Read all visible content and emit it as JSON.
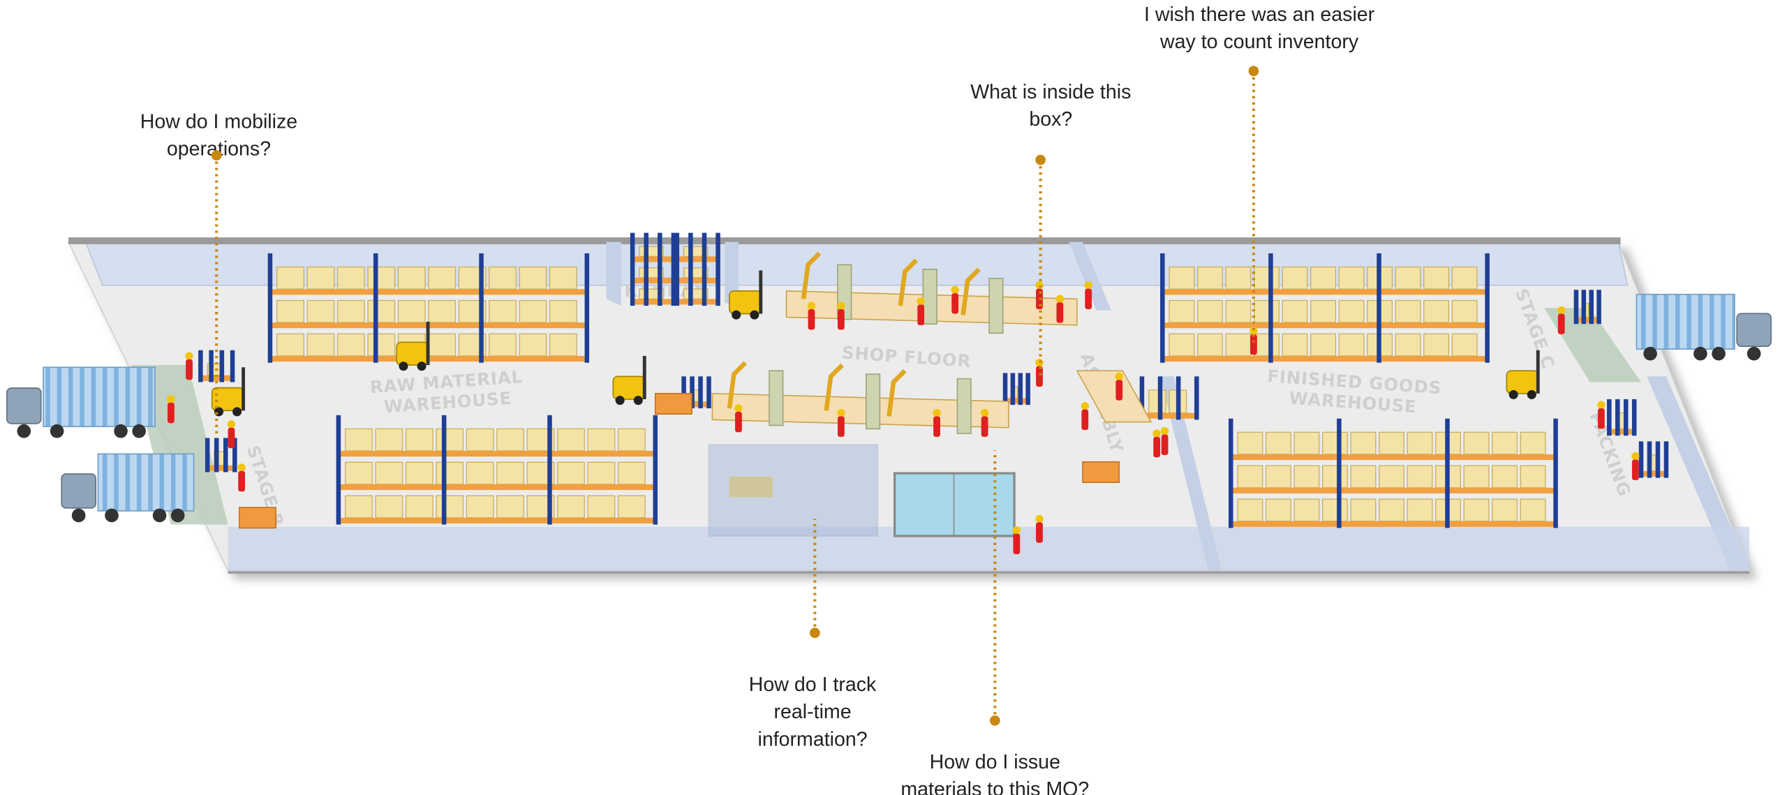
{
  "callouts": [
    {
      "id": "mobilize",
      "lines": [
        "How do I mobilize",
        "operations?"
      ]
    },
    {
      "id": "inside-box",
      "lines": [
        "What is inside this",
        "box?"
      ]
    },
    {
      "id": "count-inventory",
      "lines": [
        "I wish there was an easier",
        "way to count inventory"
      ]
    },
    {
      "id": "track-info",
      "lines": [
        "How do I track",
        "real-time",
        "information?"
      ]
    },
    {
      "id": "issue-materials",
      "lines": [
        "How do I issue",
        "materials to this MO?"
      ]
    }
  ],
  "zones": {
    "raw_material": [
      "RAW MATERIAL",
      "WAREHOUSE"
    ],
    "kanban": "KANBAN",
    "shop_floor": "SHOP FLOOR",
    "assembly": "ASSEMBLY",
    "finished_goods": [
      "FINISHED GOODS",
      "WAREHOUSE"
    ],
    "packing": "PACKING",
    "stage_b": "STAGE B",
    "stage_c": "STAGE C"
  },
  "colors": {
    "callout": "#c8870f",
    "rack": "#1f3f95",
    "beam": "#f0a040",
    "box": "#f3e3a6",
    "wall": "#d5dff0",
    "floor": "#ececec"
  }
}
